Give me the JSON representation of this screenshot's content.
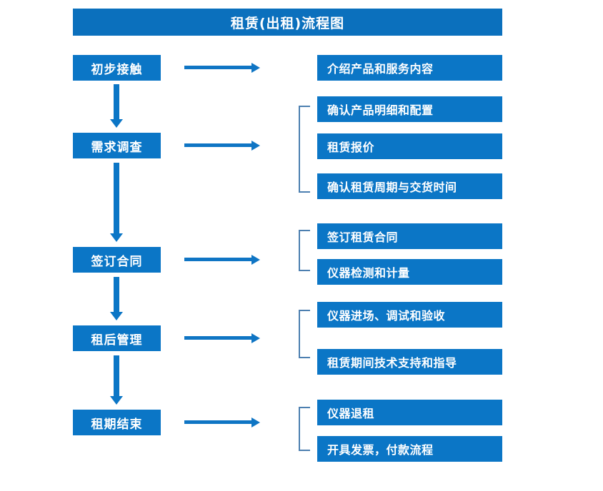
{
  "diagram": {
    "title": "租赁(出租)流程图",
    "colors": {
      "title_bar": "#0b70bd",
      "node_fill": "#0b76c6",
      "node_text": "#ffffff",
      "arrow": "#0f75c4",
      "bracket": "#4c7fb0",
      "background": "#ffffff"
    },
    "stages": [
      {
        "id": "stage-1",
        "label": "初步接触",
        "details": [
          "介绍产品和服务内容"
        ]
      },
      {
        "id": "stage-2",
        "label": "需求调查",
        "details": [
          "确认产品明细和配置",
          "租赁报价",
          "确认租赁周期与交货时间"
        ]
      },
      {
        "id": "stage-3",
        "label": "签订合同",
        "details": [
          "签订租赁合同",
          "仪器检测和计量"
        ]
      },
      {
        "id": "stage-4",
        "label": "租后管理",
        "details": [
          "仪器进场、调试和验收",
          "租赁期间技术支持和指导"
        ]
      },
      {
        "id": "stage-5",
        "label": "租期结束",
        "details": [
          "仪器退租",
          "开具发票，付款流程"
        ]
      }
    ]
  }
}
